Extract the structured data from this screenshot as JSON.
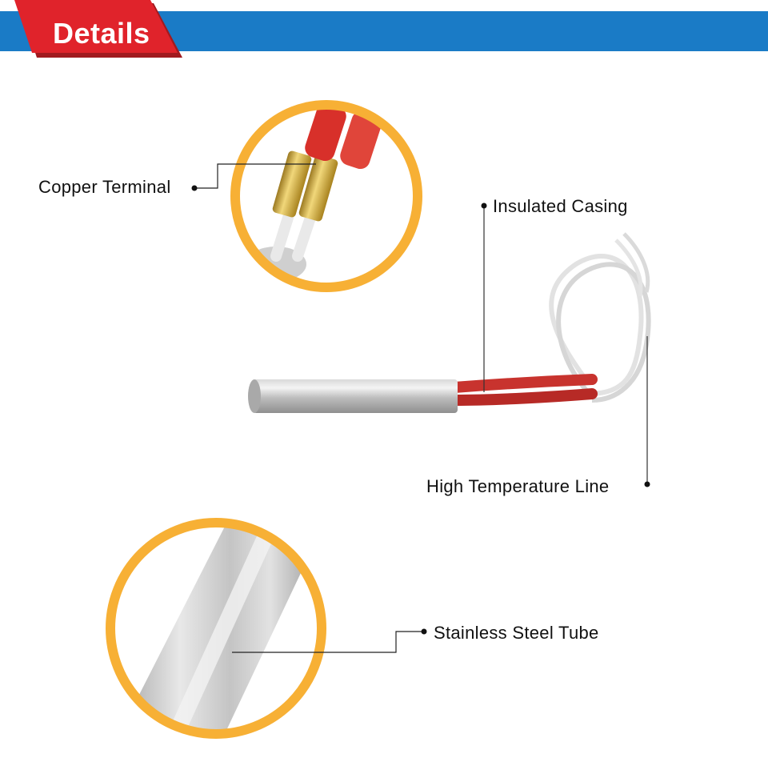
{
  "header": {
    "title": "Details"
  },
  "callouts": {
    "copper_terminal": "Copper Terminal",
    "insulated_casing": "Insulated Casing",
    "high_temperature_line": "High Temperature Line",
    "stainless_steel_tube": "Stainless Steel Tube"
  },
  "colors": {
    "header_blue": "#1a7bc6",
    "tab_red": "#e0232b",
    "circle_orange": "#f7b035",
    "wire_red": "#c8332e",
    "steel": "#c8c8c8"
  }
}
